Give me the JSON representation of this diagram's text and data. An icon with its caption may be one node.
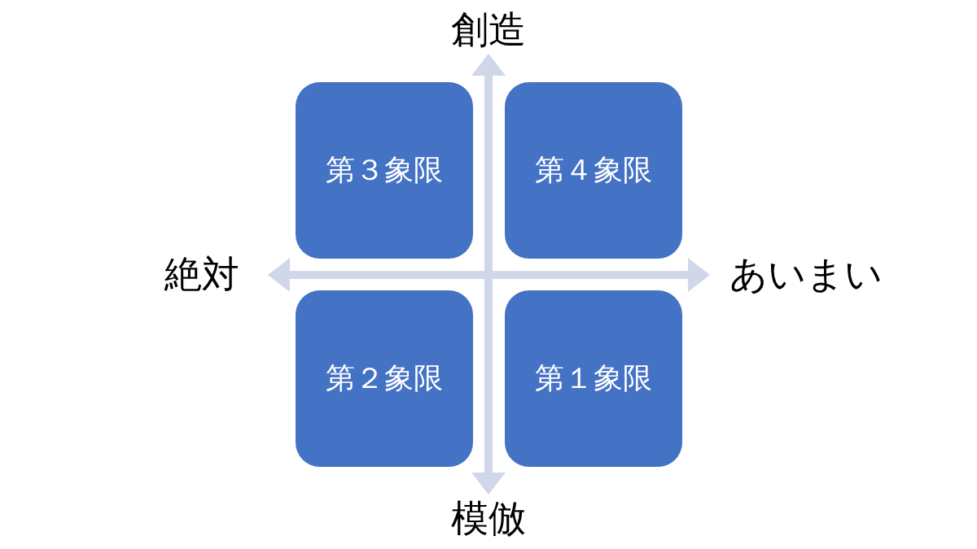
{
  "diagram": {
    "nodes": [
      {
        "text": [
          "第３象限"
        ]
      },
      {
        "text": [
          "第４象限"
        ]
      },
      {
        "text": [
          "第２象限"
        ]
      },
      {
        "text": [
          "第１象限"
        ]
      }
    ],
    "labels": [
      "創造",
      "絶対",
      "あいまい",
      "模倣"
    ]
  }
}
